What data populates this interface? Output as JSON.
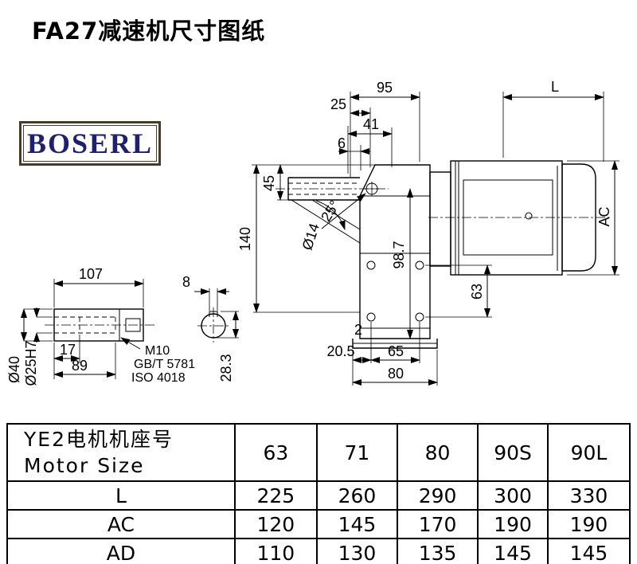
{
  "page": {
    "title": "FA27减速机尺寸图纸",
    "background": "#ffffff"
  },
  "logo": {
    "text": "BOSERL",
    "text_color": "#202070",
    "border_color": "#4a3a28"
  },
  "drawing": {
    "main_dims": {
      "top_width": "95",
      "offset_25": "25",
      "motor_length": "L",
      "width_41": "41",
      "offset_6": "6",
      "height_45": "45",
      "angle": "25°",
      "hole_dia": "Ø14",
      "height_140": "140",
      "height_98_7": "98.7",
      "motor_dia": "AC",
      "hole_spacing_63": "63",
      "foot_thickness": "2",
      "offset_20_5": "20.5",
      "hole_spacing_65": "65",
      "foot_width_80": "80"
    },
    "shaft_dims": {
      "length_107": "107",
      "key_width_8": "8",
      "length_17": "17",
      "length_89": "89",
      "thread": "M10",
      "std_gb": "GB/T 5781",
      "std_iso": "ISO 4018",
      "outer_dia": "Ø40",
      "bore_dia": "Ø25H7",
      "across_key_28_3": "28.3"
    }
  },
  "table": {
    "header_cn": "YE2电机机座号",
    "header_en": "Motor Size",
    "columns": [
      "63",
      "71",
      "80",
      "90S",
      "90L"
    ],
    "rows": [
      {
        "label": "L",
        "values": [
          "225",
          "260",
          "290",
          "300",
          "330"
        ]
      },
      {
        "label": "AC",
        "values": [
          "120",
          "145",
          "170",
          "190",
          "190"
        ]
      },
      {
        "label": "AD",
        "values": [
          "110",
          "130",
          "135",
          "145",
          "145"
        ]
      }
    ]
  }
}
